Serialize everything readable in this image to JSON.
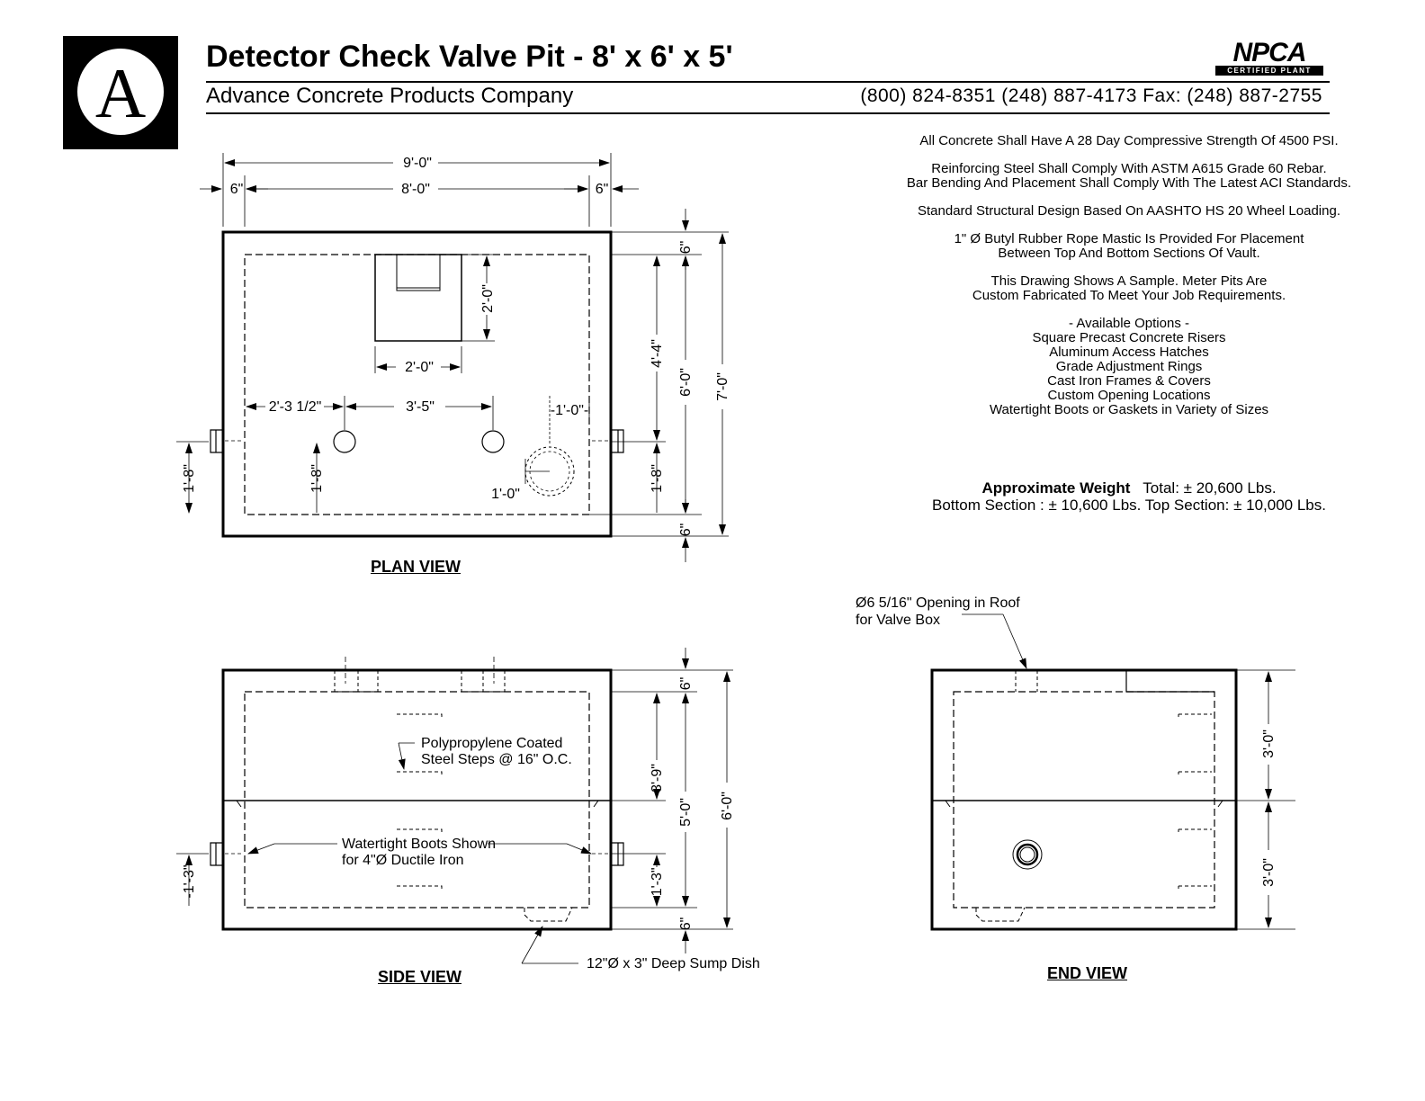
{
  "header": {
    "logo_letter": "A",
    "title": "Detector Check Valve Pit - 8' x 6' x 5'",
    "company": "Advance Concrete Products Company",
    "phones": "(800) 824-8351  (248) 887-4173  Fax: (248) 887-2755",
    "npca_main": "NPCA",
    "npca_sub": "CERTIFIED PLANT"
  },
  "notes": {
    "strength": "All Concrete Shall Have A 28 Day Compressive Strength Of 4500 PSI.",
    "steel_1": "Reinforcing Steel Shall Comply With ASTM A615 Grade 60 Rebar.",
    "steel_2": "Bar Bending And Placement Shall Comply With The Latest ACI Standards.",
    "design": "Standard Structural Design Based On AASHTO HS 20 Wheel Loading.",
    "mastic_1": "1\" Ø Butyl Rubber Rope Mastic Is Provided For Placement",
    "mastic_2": "Between Top And Bottom Sections Of Vault.",
    "sample_1": "This Drawing Shows A Sample. Meter Pits Are",
    "sample_2": "Custom Fabricated To Meet Your Job Requirements.",
    "options_title": "- Available Options -",
    "options": [
      "Square Precast Concrete Risers",
      "Aluminum Access Hatches",
      "Grade Adjustment Rings",
      "Cast Iron Frames & Covers",
      "Custom Opening Locations",
      "Watertight Boots or Gaskets in Variety of Sizes"
    ]
  },
  "weight": {
    "label": "Approximate Weight",
    "total": "Total:  ± 20,600 Lbs.",
    "sections": "Bottom Section : ±  10,600 Lbs.  Top Section: ± 10,000 Lbs."
  },
  "plan_view": {
    "label": "PLAN VIEW",
    "dim_overall_width": "9'-0\"",
    "dim_inside_width": "8'-0\"",
    "dim_wall_left": "6\"",
    "dim_wall_right": "6\"",
    "dim_hatch_height": "2'-0\"",
    "dim_hatch_width": "2'-0\"",
    "dim_offset_left": "2'-3 1/2\"",
    "dim_between_pipes": "3'-5\"",
    "dim_valve_offset": "-1'-0\"-",
    "dim_valve_small": "1'-0\"",
    "dim_pipe_height_outer": "1'-8\"",
    "dim_pipe_height_inner": "1'-8\"",
    "dim_pipe_height_right": "1'-8\"",
    "dim_top_wall": "6\"",
    "dim_bottom_wall": "6\"",
    "dim_upper_inside": "4'-4\"",
    "dim_inside_length": "6'-0\"",
    "dim_overall_length": "7'-0\""
  },
  "side_view": {
    "label": "SIDE VIEW",
    "steps_note_1": "Polypropylene Coated",
    "steps_note_2": "Steel Steps @ 16\" O.C.",
    "boots_note_1": "Watertight Boots Shown",
    "boots_note_2": "for 4\"Ø Ductile Iron",
    "sump_note": "12\"Ø x 3\" Deep Sump Dish",
    "dim_pipe_height": "-1'-3\"",
    "dim_top_wall": "6\"",
    "dim_upper": "3'-9\"",
    "dim_lower": "-1'-3\"",
    "dim_bottom_wall": "6\"",
    "dim_inside_height": "5'-0\"",
    "dim_overall_height": "6'-0\""
  },
  "end_view": {
    "label": "END VIEW",
    "opening_note_1": "Ø6 5/16\" Opening in Roof",
    "opening_note_2": "for Valve Box",
    "dim_top_section": "3'-0\"",
    "dim_bottom_section": "3'-0\""
  }
}
